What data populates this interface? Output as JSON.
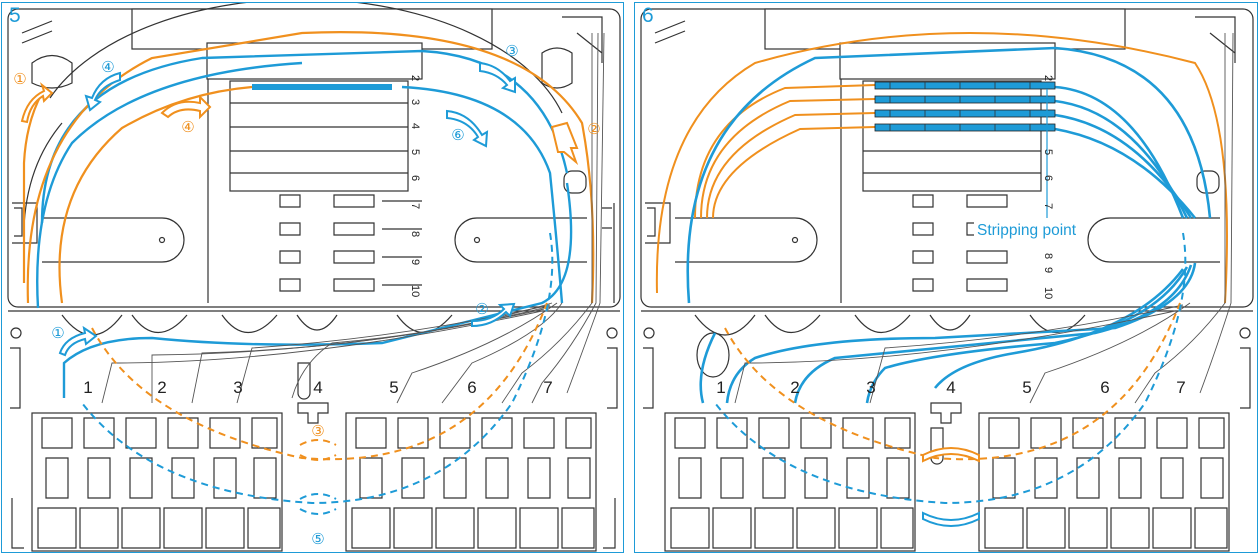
{
  "panels": [
    {
      "number": "5",
      "markers": {
        "orange": [
          "①",
          "②",
          "③",
          "④"
        ],
        "blue": [
          "①",
          "②",
          "③",
          "④",
          "⑤",
          "⑥"
        ]
      },
      "port_labels": [
        "1",
        "2",
        "3",
        "4",
        "5",
        "6",
        "7"
      ],
      "slot_labels": [
        "2",
        "3",
        "4",
        "5",
        "6",
        "7",
        "8",
        "9",
        "10"
      ]
    },
    {
      "number": "6",
      "callout": "Stripping point",
      "port_labels": [
        "1",
        "2",
        "3",
        "4",
        "5",
        "6",
        "7"
      ],
      "slot_labels": [
        "2",
        "5",
        "6",
        "7",
        "8",
        "9",
        "10"
      ]
    }
  ],
  "colors": {
    "frame": "#1e9bd7",
    "fiber_blue": "#1e9bd7",
    "fiber_orange": "#f0901e",
    "line": "#333333"
  }
}
